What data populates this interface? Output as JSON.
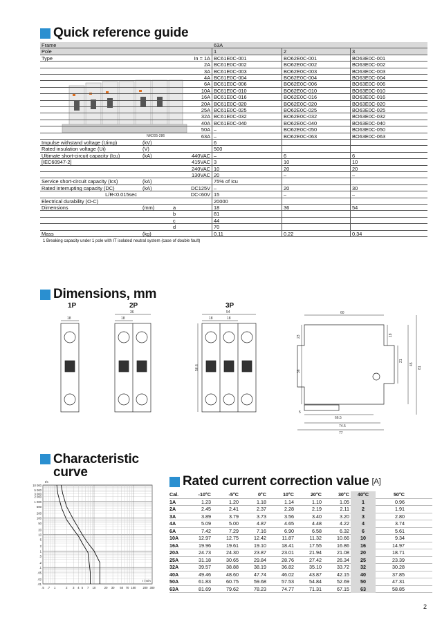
{
  "titles": {
    "quick_ref": "Quick reference guide",
    "dimensions": "Dimensions, mm",
    "characteristic_line1": "Characteristic",
    "characteristic_line2": "curve",
    "rated": "Rated current correction value",
    "rated_unit": "[A]"
  },
  "quick_ref": {
    "frame_label": "Frame",
    "frame_value": "63A",
    "pole_label": "Pole",
    "poles": [
      "1",
      "2",
      "3"
    ],
    "type_label": "Type",
    "photo_caption": "NKD05-286",
    "types": [
      {
        "in": "In = 1A",
        "p1": "BC61E0C-001",
        "p2": "BO62E0C-001",
        "p3": "BO63E0C-001"
      },
      {
        "in": "2A",
        "p1": "BC61E0C-002",
        "p2": "BO62E0C-002",
        "p3": "BO63E0C-002"
      },
      {
        "in": "3A",
        "p1": "BC61E0C-003",
        "p2": "BO62E0C-003",
        "p3": "BO63E0C-003"
      },
      {
        "in": "4A",
        "p1": "BC61E0C-004",
        "p2": "BO62E0C-004",
        "p3": "BO63E0C-004"
      },
      {
        "in": "6A",
        "p1": "BC61E0C-006",
        "p2": "BO62E0C-006",
        "p3": "BO63E0C-006"
      },
      {
        "in": "10A",
        "p1": "BC61E0C-010",
        "p2": "BO62E0C-010",
        "p3": "BO63E0C-010"
      },
      {
        "in": "16A",
        "p1": "BC61E0C-016",
        "p2": "BO62E0C-016",
        "p3": "BO63E0C-016"
      },
      {
        "in": "20A",
        "p1": "BC61E0C-020",
        "p2": "BO62E0C-020",
        "p3": "BO63E0C-020"
      },
      {
        "in": "25A",
        "p1": "BC61E0C-025",
        "p2": "BO62E0C-025",
        "p3": "BO63E0C-025"
      },
      {
        "in": "32A",
        "p1": "BC61E0C-032",
        "p2": "BO62E0C-032",
        "p3": "BO63E0C-032"
      },
      {
        "in": "40A",
        "p1": "BC61E0C-040",
        "p2": "BO62E0C-040",
        "p3": "BO63E0C-040"
      },
      {
        "in": "50A",
        "p1": "–",
        "p2": "BO62E0C-050",
        "p3": "BO63E0C-050"
      },
      {
        "in": "63A",
        "p1": "–",
        "p2": "BO62E0C-063",
        "p3": "BO63E0C-063"
      }
    ],
    "impulse_label": "Impulse withstand voltage (Uimp)",
    "impulse_unit": "(kV)",
    "impulse_value": "6",
    "insulation_label": "Rated insulation voltage (Ui)",
    "insulation_unit": "(V)",
    "insulation_value": "500",
    "ultimate_label": "Ultimate short-circuit capacity (Icu)",
    "ultimate_label2": "[IEC60947-2]",
    "ultimate_unit": "(kA)",
    "ultimate": [
      {
        "v": "440VAC",
        "p1": "–",
        "p2": "6",
        "p3": "6"
      },
      {
        "v": "415VAC",
        "p1": "3",
        "p2": "10",
        "p3": "10"
      },
      {
        "v": "240VAC",
        "p1": "10",
        "p2": "20",
        "p3": "20"
      },
      {
        "v": "130VAC",
        "p1": "20",
        "p2": "–",
        "p3": "–"
      }
    ],
    "service_label": "Service short-circuit capacity (Ics)",
    "service_unit": "(kA)",
    "service_value": "75% of Icu",
    "interrupt_label": "Rated interrupting capacity (DC)",
    "interrupt_label2": "L/R<0.015sec",
    "interrupt_unit": "(kA)",
    "interrupt": [
      {
        "v": "DC125V",
        "p1": "–",
        "p2": "20",
        "p3": "30"
      },
      {
        "v": "DC<60V",
        "p1": "15",
        "p2": "–",
        "p3": "–"
      }
    ],
    "durability_label": "Electrical durability (O-C)",
    "durability_value": "20000",
    "dimensions_label": "Dimensions",
    "dimensions_unit": "(mm)",
    "dims": [
      {
        "k": "a",
        "p1": "18",
        "p2": "36",
        "p3": "54"
      },
      {
        "k": "b",
        "p1": "81",
        "p2": "",
        "p3": ""
      },
      {
        "k": "c",
        "p1": "44",
        "p2": "",
        "p3": ""
      },
      {
        "k": "d",
        "p1": "70",
        "p2": "",
        "p3": ""
      }
    ],
    "mass_label": "Mass",
    "mass_unit": "(kg)",
    "mass": {
      "p1": "0.11",
      "p2": "0.22",
      "p3": "0.34"
    },
    "footnote": "1  Breaking capacity under 1 pole with IT isolated neutral system (case of double fault)"
  },
  "dimensions": {
    "labels": [
      "1P",
      "2P",
      "3P"
    ],
    "d1p_w": "18",
    "d2p_w": "36",
    "d2p_half": "18",
    "d3p_w": "54",
    "d3p_a": "18",
    "d3p_b": "18",
    "height": "56.6",
    "side_top": "60",
    "side_l1": "23",
    "side_l2": "36",
    "side_r1": "18",
    "side_r2": "21",
    "side_r3": "45",
    "side_r4": "81",
    "side_b0": "5",
    "side_b1": "66.5",
    "side_b2": "74.5",
    "side_b3": "77"
  },
  "curve": {
    "y_unit": "t/s",
    "x_unit": "I / In/A",
    "y_ticks": [
      "10 000",
      "5 000",
      "3 000",
      "2 000",
      "1 000",
      "500",
      "200",
      "100",
      "50",
      "20",
      "10",
      "5",
      "2",
      "1",
      ".5",
      ".2",
      ".1",
      ".05",
      ".02",
      ".01"
    ],
    "x_ticks": [
      ".5",
      ".7",
      "1",
      "2",
      "3",
      "4",
      "5",
      "7",
      "10",
      "20",
      "30",
      "50",
      "70",
      "100",
      "200",
      "300"
    ]
  },
  "correction": {
    "headers": [
      "Cal.",
      "-10°C",
      "-5°C",
      "0°C",
      "10°C",
      "20°C",
      "30°C",
      "40°C",
      "50°C"
    ],
    "rows": [
      [
        "1A",
        "1.23",
        "1.20",
        "1.18",
        "1.14",
        "1.10",
        "1.05",
        "1",
        "0.96"
      ],
      [
        "2A",
        "2.45",
        "2.41",
        "2.37",
        "2.28",
        "2.19",
        "2.11",
        "2",
        "1.91"
      ],
      [
        "3A",
        "3.89",
        "3.79",
        "3.73",
        "3.56",
        "3.40",
        "3.20",
        "3",
        "2.80"
      ],
      [
        "4A",
        "5.09",
        "5.00",
        "4.87",
        "4.65",
        "4.48",
        "4.22",
        "4",
        "3.74"
      ],
      [
        "6A",
        "7.42",
        "7.29",
        "7.16",
        "6.90",
        "6.58",
        "6.32",
        "6",
        "5.61"
      ],
      [
        "10A",
        "12.97",
        "12.75",
        "12.42",
        "11.87",
        "11.32",
        "10.66",
        "10",
        "9.34"
      ],
      [
        "16A",
        "19.96",
        "19.61",
        "19.10",
        "18.41",
        "17.55",
        "16.86",
        "16",
        "14.97"
      ],
      [
        "20A",
        "24.73",
        "24.30",
        "23.87",
        "23.01",
        "21.94",
        "21.08",
        "20",
        "18.71"
      ],
      [
        "25A",
        "31.18",
        "30.65",
        "29.84",
        "28.76",
        "27.42",
        "26.34",
        "25",
        "23.39"
      ],
      [
        "32A",
        "39.57",
        "38.88",
        "38.19",
        "36.82",
        "35.10",
        "33.72",
        "32",
        "30.28"
      ],
      [
        "40A",
        "49.46",
        "48.60",
        "47.74",
        "46.02",
        "43.87",
        "42.15",
        "40",
        "37.85"
      ],
      [
        "50A",
        "61.83",
        "60.75",
        "59.68",
        "57.53",
        "54.84",
        "52.69",
        "50",
        "47.31"
      ],
      [
        "63A",
        "81.69",
        "79.62",
        "78.23",
        "74.77",
        "71.31",
        "67.15",
        "63",
        "58.85"
      ]
    ]
  },
  "page_number": "2",
  "colors": {
    "accent": "#2a8fd0",
    "header_gray": "#d9d9d9"
  }
}
